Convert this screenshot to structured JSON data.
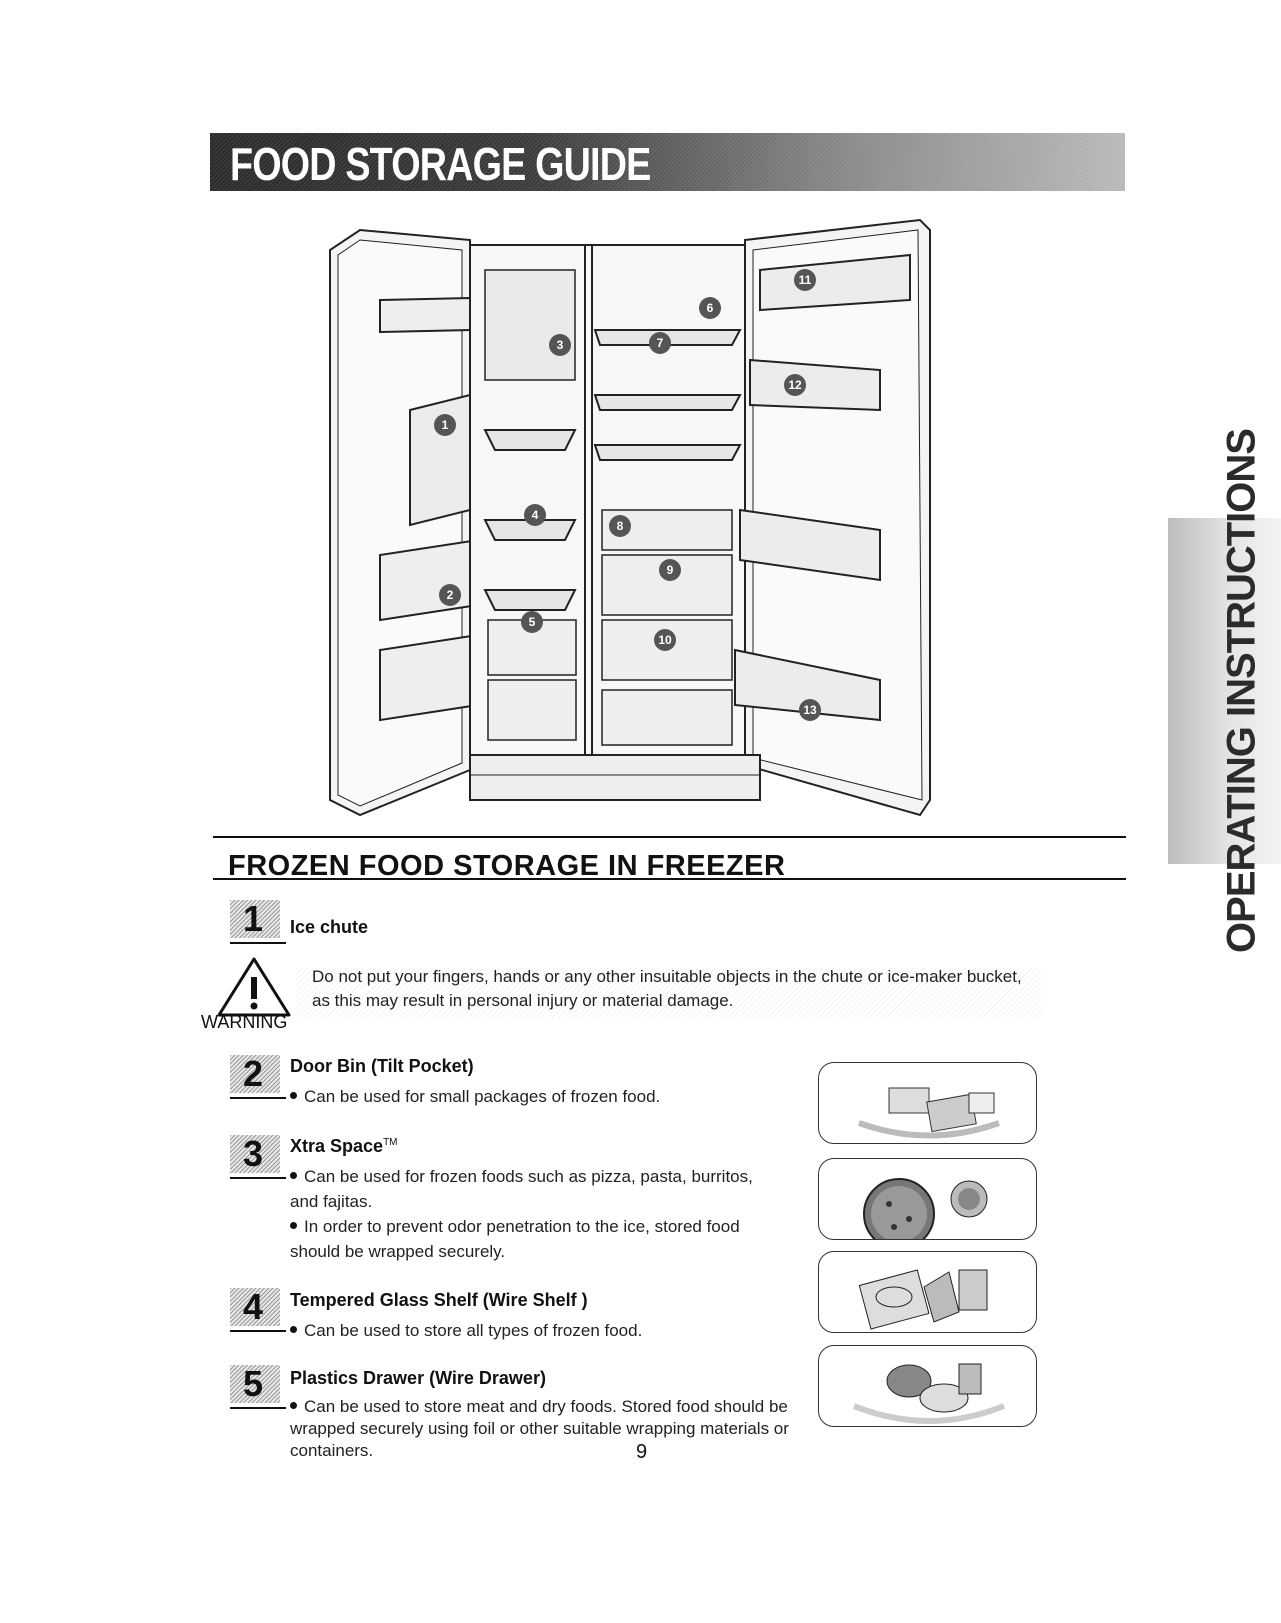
{
  "header": {
    "title": "FOOD STORAGE GUIDE"
  },
  "side_tab": {
    "label": "OPERATING INSTRUCTIONS"
  },
  "illustration": {
    "callouts": [
      "1",
      "2",
      "3",
      "4",
      "5",
      "6",
      "7",
      "8",
      "9",
      "10",
      "11",
      "12",
      "13"
    ]
  },
  "section": {
    "title": "FROZEN FOOD STORAGE IN FREEZER"
  },
  "items": [
    {
      "number": "1",
      "title": "Ice chute",
      "bullets": []
    },
    {
      "number": "2",
      "title": "Door Bin (Tilt Pocket)",
      "bullets": [
        "Can be used for small packages of frozen food."
      ]
    },
    {
      "number": "3",
      "title": "Xtra Space",
      "title_mark": "TM",
      "bullets": [
        "Can be used for frozen foods such as pizza, pasta, burritos, and fajitas.",
        "In order to prevent odor penetration to the ice, stored food should be wrapped securely."
      ]
    },
    {
      "number": "4",
      "title": "Tempered Glass Shelf (Wire Shelf )",
      "bullets": [
        "Can be used to store all types of frozen food."
      ]
    },
    {
      "number": "5",
      "title": "Plastics Drawer (Wire Drawer)",
      "bullets": [
        "Can be used to store meat and dry foods. Stored food should be wrapped securely using foil or other suitable wrapping materials or containers."
      ]
    }
  ],
  "warning": {
    "label": "WARNING",
    "text": "Do not put your fingers, hands or any other insuitable objects in the chute or ice-maker bucket, as this may result in personal injury or material damage."
  },
  "photos": [
    "frozen-packages-icon",
    "pizza-icon",
    "frozen-food-containers-icon",
    "wrapped-meat-icon"
  ],
  "page_number": "9"
}
